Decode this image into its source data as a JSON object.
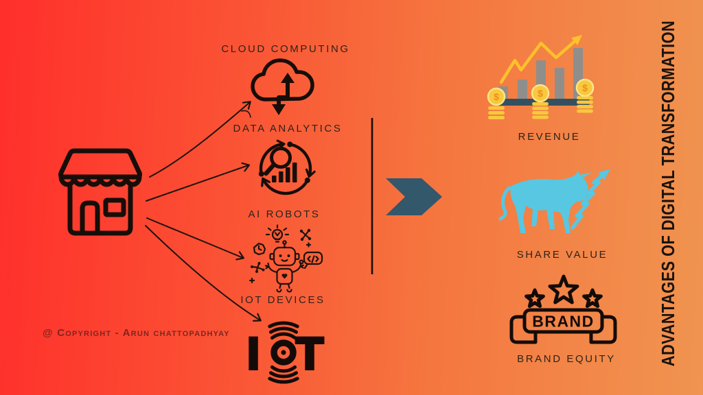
{
  "background": {
    "gradient_start": "#ff2f2b",
    "gradient_end": "#f09450"
  },
  "heading": {
    "vertical_title": "ADVANTAGES OF DIGITAL TRANSFORMATION"
  },
  "footer": {
    "copyright": "@ Copyright - Arun chattopadhyay"
  },
  "source_node": {
    "icon": "storefront-icon"
  },
  "technologies": [
    {
      "label": "CLOUD COMPUTING",
      "icon": "cloud-sync-icon"
    },
    {
      "label": "DATA ANALYTICS",
      "icon": "analytics-magnifier-icon"
    },
    {
      "label": "AI ROBOTS",
      "icon": "robot-doodle-icon"
    },
    {
      "label": "IOT DEVICES",
      "icon": "iot-signal-icon"
    }
  ],
  "iot_icon_text": {
    "letter_i": "I",
    "letter_t": "T"
  },
  "benefits": [
    {
      "label": "REVENUE",
      "icon": "revenue-chart-icon"
    },
    {
      "label": "SHARE VALUE",
      "icon": "bull-market-icon"
    },
    {
      "label": "BRAND EQUITY",
      "icon": "brand-ribbon-icon"
    }
  ],
  "brand_icon_text": "BRAND",
  "revenue_icon_text": {
    "coin_symbol": "$"
  },
  "colors": {
    "chevron": "#33576b",
    "bull": "#57c7e2",
    "coin_gold": "#f8c83d",
    "coin_ring": "#fce58a",
    "coin_symbol": "#ef8d1d",
    "bar_gray": "#908e8b",
    "chart_base": "#34505f",
    "trend_yellow": "#fcc12c",
    "ink": "#1d120e",
    "copyright_red": "#7d2621"
  }
}
